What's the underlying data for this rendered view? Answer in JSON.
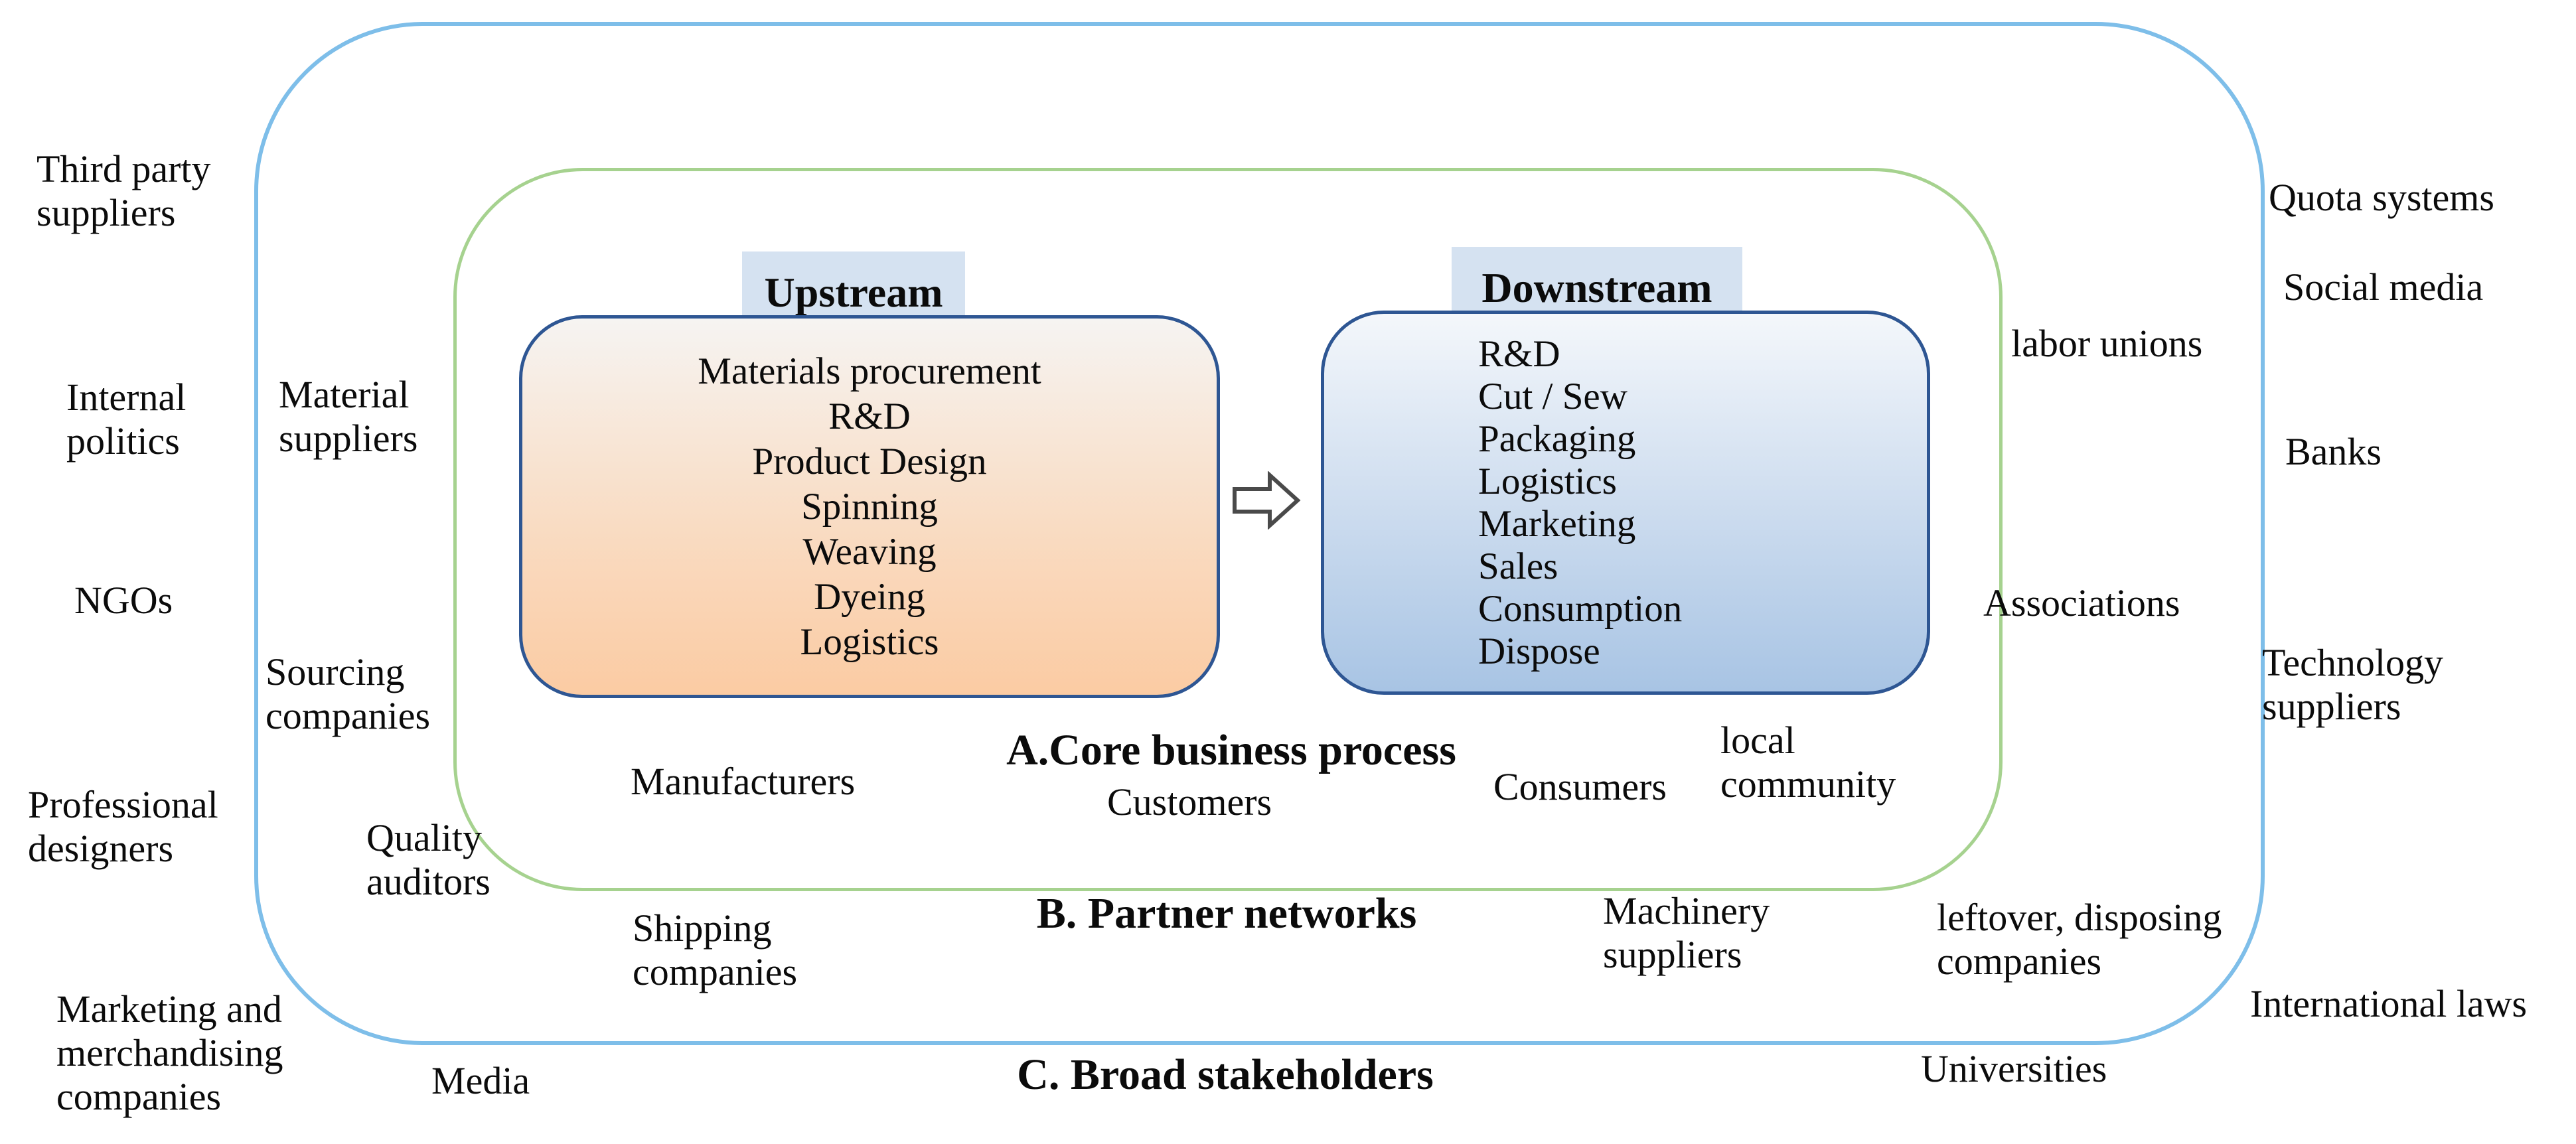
{
  "colors": {
    "outer_border": "#7EBEE9",
    "partner_border": "#A6D28F",
    "box_border": "#2E5693",
    "upstream_gradient_top": "#F6F4F2",
    "upstream_gradient_mid": "#F9DCC3",
    "upstream_gradient_bottom": "#FBCBA3",
    "downstream_gradient_top": "#F4F7FB",
    "downstream_gradient_mid": "#CEDDEF",
    "downstream_gradient_bottom": "#A8C4E4",
    "header_highlight": "#D5E2F1",
    "arrow_outline": "#4A4A4A",
    "text": "#0B0B0B"
  },
  "regions": {
    "core_label": "A.Core business process",
    "partner_label": "B. Partner networks",
    "broad_label": "C. Broad stakeholders"
  },
  "upstream": {
    "header": "Upstream",
    "items": [
      "Materials procurement",
      "R&D",
      "Product Design",
      "Spinning",
      "Weaving",
      "Dyeing",
      "Logistics"
    ]
  },
  "downstream": {
    "header": "Downstream",
    "items": [
      "R&D",
      "Cut / Sew",
      "Packaging",
      "Logistics",
      "Marketing",
      "Sales",
      "Consumption",
      "Dispose"
    ]
  },
  "arrow": {
    "name": "flow-arrow-right"
  },
  "labels": {
    "third_party_suppliers": "Third party\nsuppliers",
    "internal_politics": "Internal\npolitics",
    "ngos": "NGOs",
    "professional_designers": "Professional\ndesigners",
    "marketing_merchandising": "Marketing and\nmerchandising\ncompanies",
    "media": "Media",
    "material_suppliers": "Material\nsuppliers",
    "sourcing_companies": "Sourcing\ncompanies",
    "quality_auditors": "Quality\nauditors",
    "shipping_companies": "Shipping\ncompanies",
    "manufacturers": "Manufacturers",
    "customers": "Customers",
    "consumers": "Consumers",
    "local_community": "local\ncommunity",
    "machinery_suppliers": "Machinery\nsuppliers",
    "labor_unions": "labor unions",
    "associations": "Associations",
    "leftover_disposing": "leftover, disposing\ncompanies",
    "universities": "Universities",
    "quota_systems": "Quota systems",
    "social_media": "Social media",
    "banks": "Banks",
    "technology_suppliers": "Technology\nsuppliers",
    "international_laws": "International laws"
  }
}
